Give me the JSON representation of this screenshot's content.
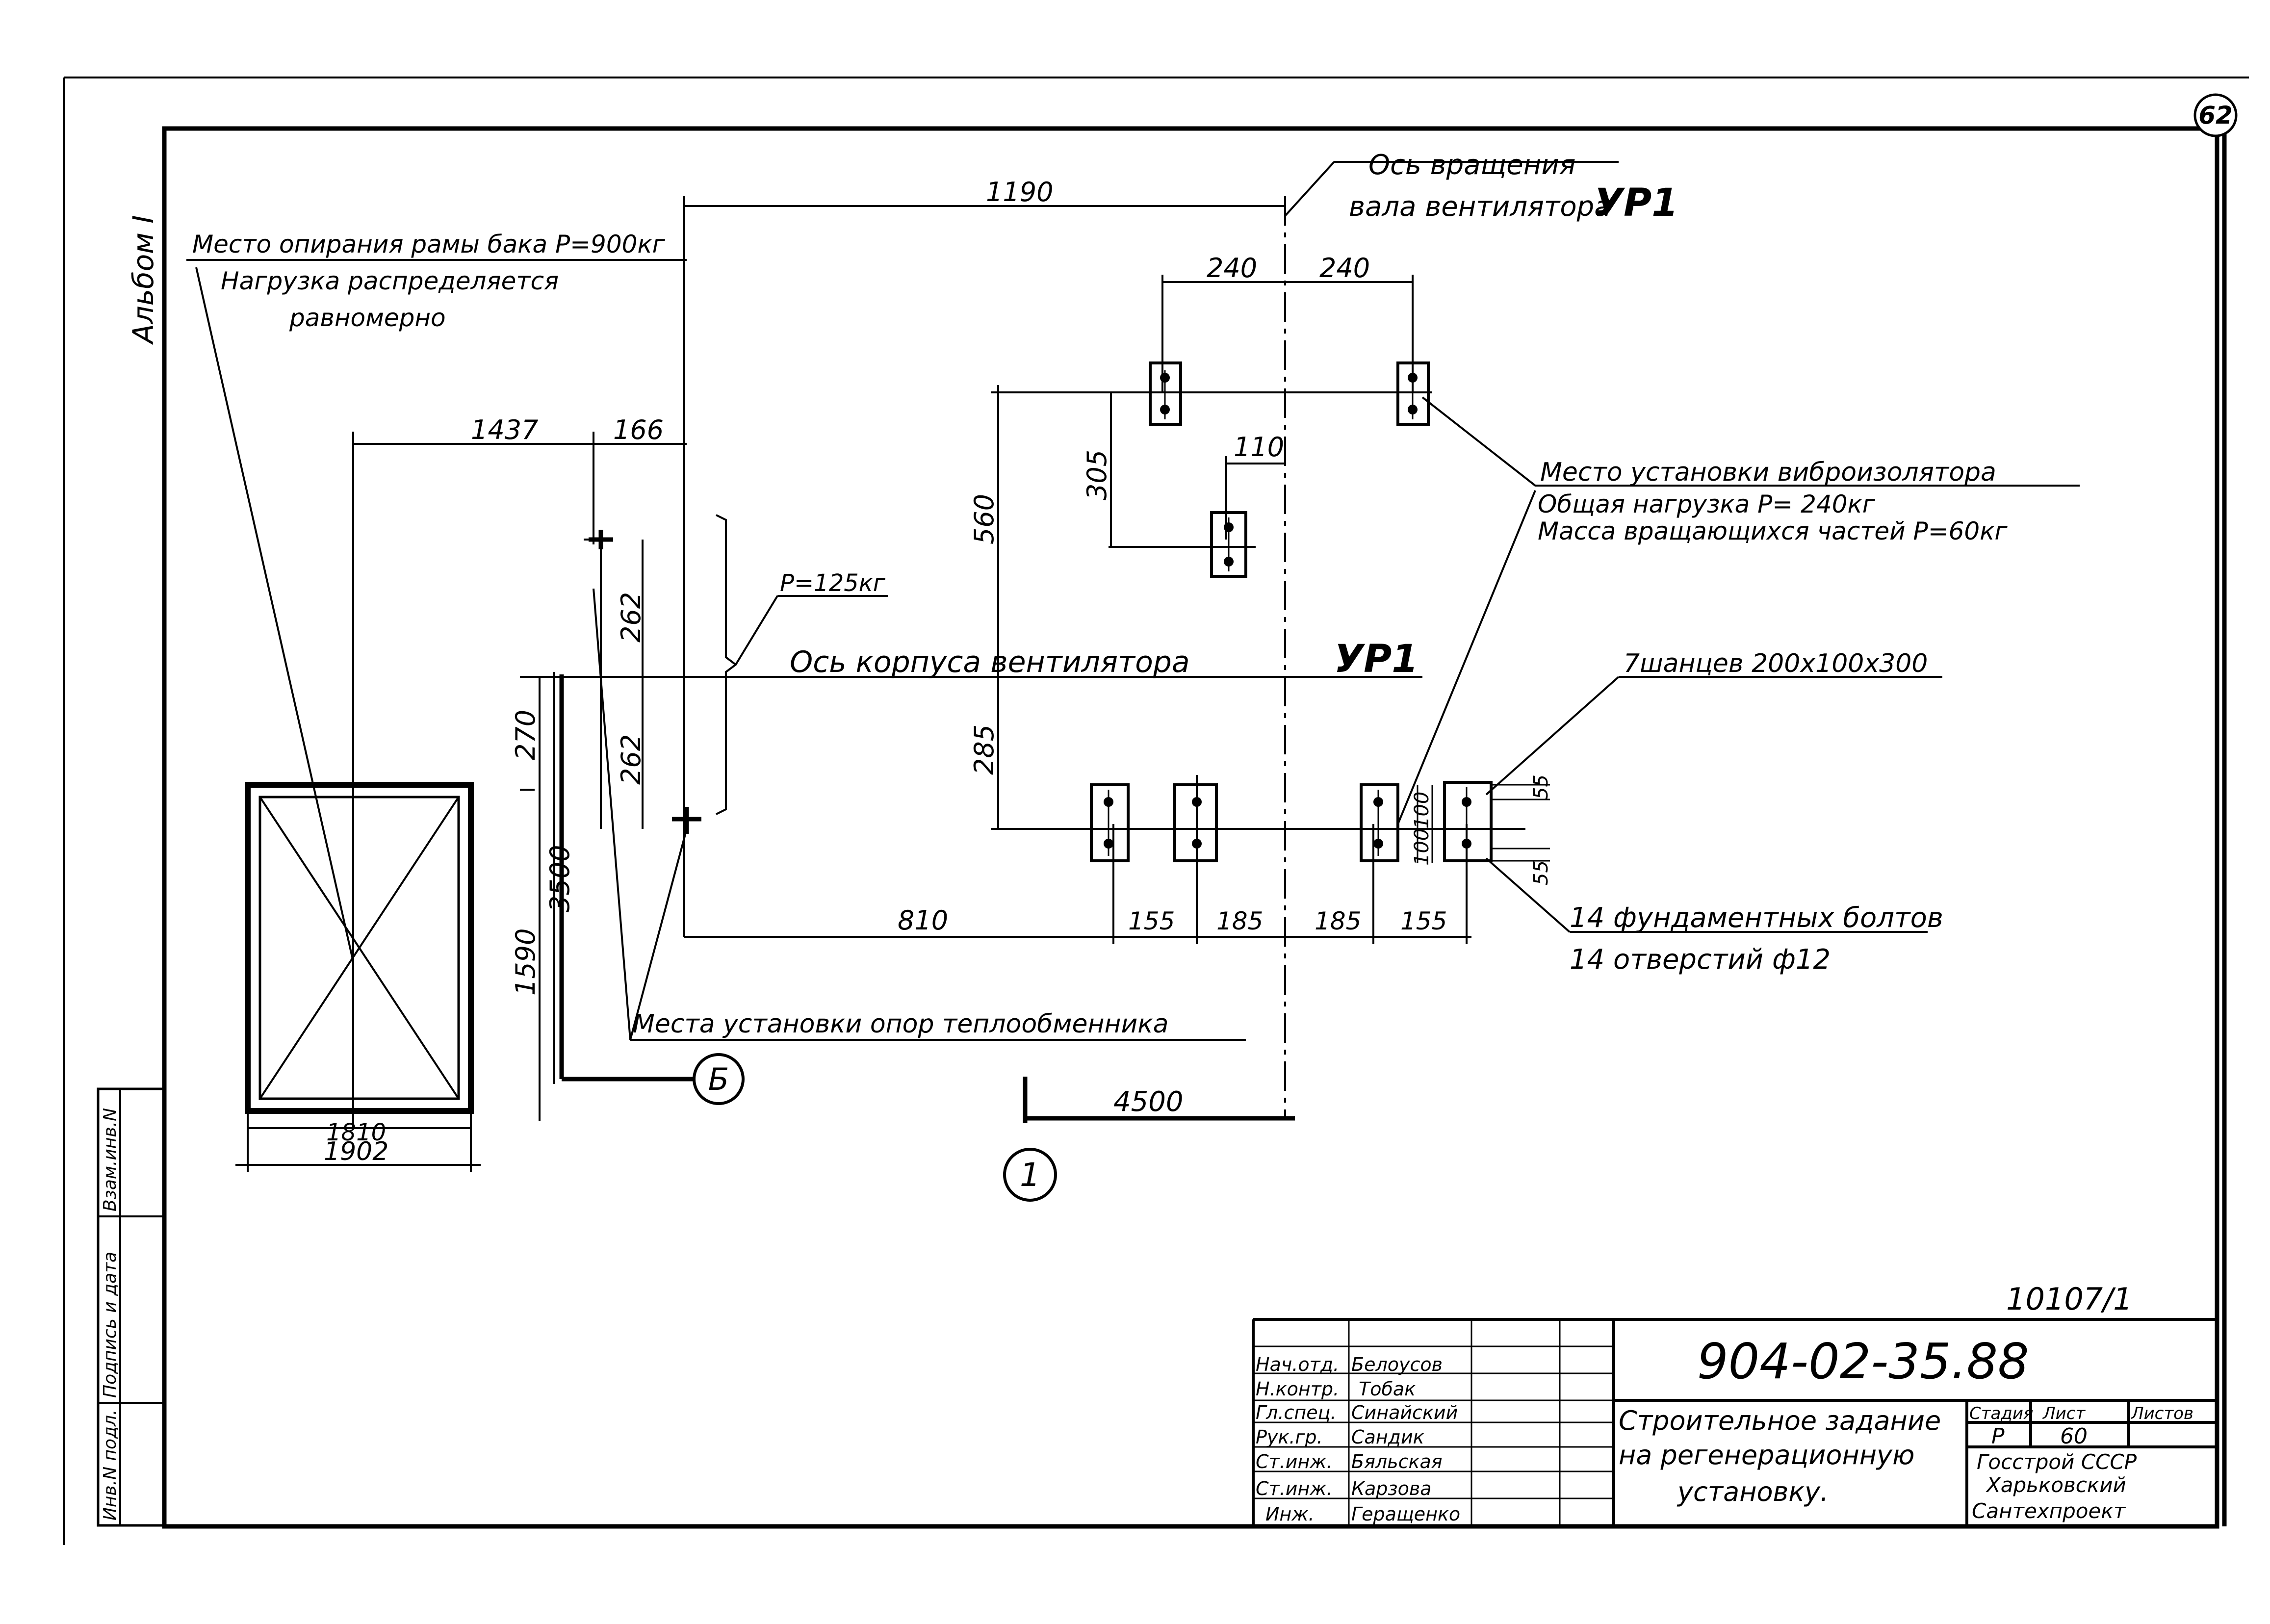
{
  "sheet_number": "62",
  "album_label": "Альбом I",
  "notes": {
    "tank_support_line1": "Место опирания рамы бака P=900кг",
    "tank_support_line2": "Нагрузка распределяется",
    "tank_support_line3": "равномерно",
    "rotation_axis_line1": "Ось вращения",
    "rotation_axis_line2": "вала вентилятора",
    "unit_code": "УР1",
    "vibro_title": "Место установки виброизолятора",
    "vibro_load": "Общая нагрузка P= 240кг",
    "vibro_mass": "Масса вращающихся частей P=60кг",
    "load_125": "P=125кг",
    "fan_axis": "Ось корпуса вентилятора",
    "anchors": "7шанцев 200х100х300",
    "bolts": "14 фундаментных болтов",
    "holes": "14 отверстий ф12",
    "hx_supports": "Места установки опор теплообменника",
    "axis_b": "Б",
    "axis_1": "1"
  },
  "dimensions": {
    "d1190": "1190",
    "d240a": "240",
    "d240b": "240",
    "d1437": "1437",
    "d166": "166",
    "d110": "110",
    "d305": "305",
    "d560": "560",
    "d262a": "262",
    "d262b": "262",
    "d285": "285",
    "d270": "270",
    "d3500": "3500",
    "d1590": "1590",
    "d810": "810",
    "d155a": "155",
    "d185a": "185",
    "d185b": "185",
    "d155b": "155",
    "d100a": "100",
    "d100b": "100",
    "d55a": "55",
    "d55b": "55",
    "d1810": "1810",
    "d1902": "1902",
    "d4500": "4500"
  },
  "side_stamp": {
    "c1": "Инв.N подл.",
    "c2": "Подпись и дата",
    "c3": "Взам.инв.N"
  },
  "title_block": {
    "reg_number": "10107/1",
    "doc_code": "904-02-35.88",
    "roles": [
      "Нач.отд.",
      "Н.контр.",
      "Гл.спец.",
      "Рук.гр.",
      "Ст.инж.",
      "Ст.инж.",
      "Инж."
    ],
    "names": [
      "Белоусов",
      "Тобак",
      "Синайский",
      "Сандик",
      "Бяльская",
      "Карзова",
      "Геращенко"
    ],
    "title_line1": "Строительное задание",
    "title_line2": "на регенерационную",
    "title_line3": "установку.",
    "stage_h": "Стадия",
    "sheet_h": "Лист",
    "sheets_h": "Листов",
    "stage": "Р",
    "sheet": "60",
    "org_line1": "Госстрой СССР",
    "org_line2": "Харьковский",
    "org_line3": "Сантехпроект"
  }
}
